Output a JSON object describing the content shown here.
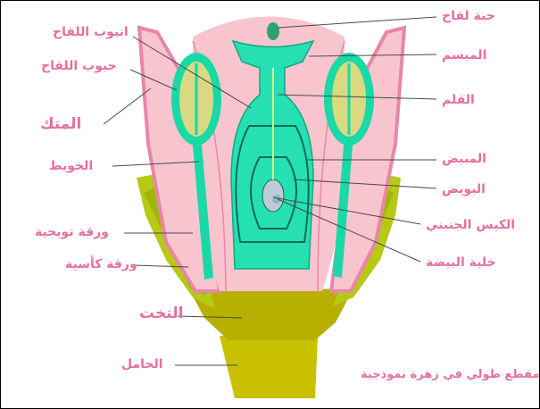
{
  "labels": {
    "pollen_grain": "حبة لقاح",
    "pollen_tube": "انبوب اللقاح",
    "pollen_grains": "حبوب اللقاح",
    "anther": "المتك",
    "filament": "الخويط",
    "petal": "ورقة تويجية",
    "sepal": "ورقة كأسية",
    "receptacle": "التخت",
    "pedicel": "الحامل",
    "stigma": "الميسم",
    "style": "القلم",
    "ovary": "المبيض",
    "ovule": "البويض",
    "embryo_sac": "الكيس الجنيني",
    "egg_cell": "خلية البيضة"
  },
  "caption": "مقطع طولي في زهرة نموذجية",
  "colors": {
    "label": "#e66fa0",
    "petal": "#f8c5cf",
    "petal_edge": "#e986a8",
    "sepal": "#b5c915",
    "stalk": "#c8c000",
    "stamen": "#19d9a6",
    "pistil": "#26e0b3",
    "pollen": "#d9d982"
  }
}
